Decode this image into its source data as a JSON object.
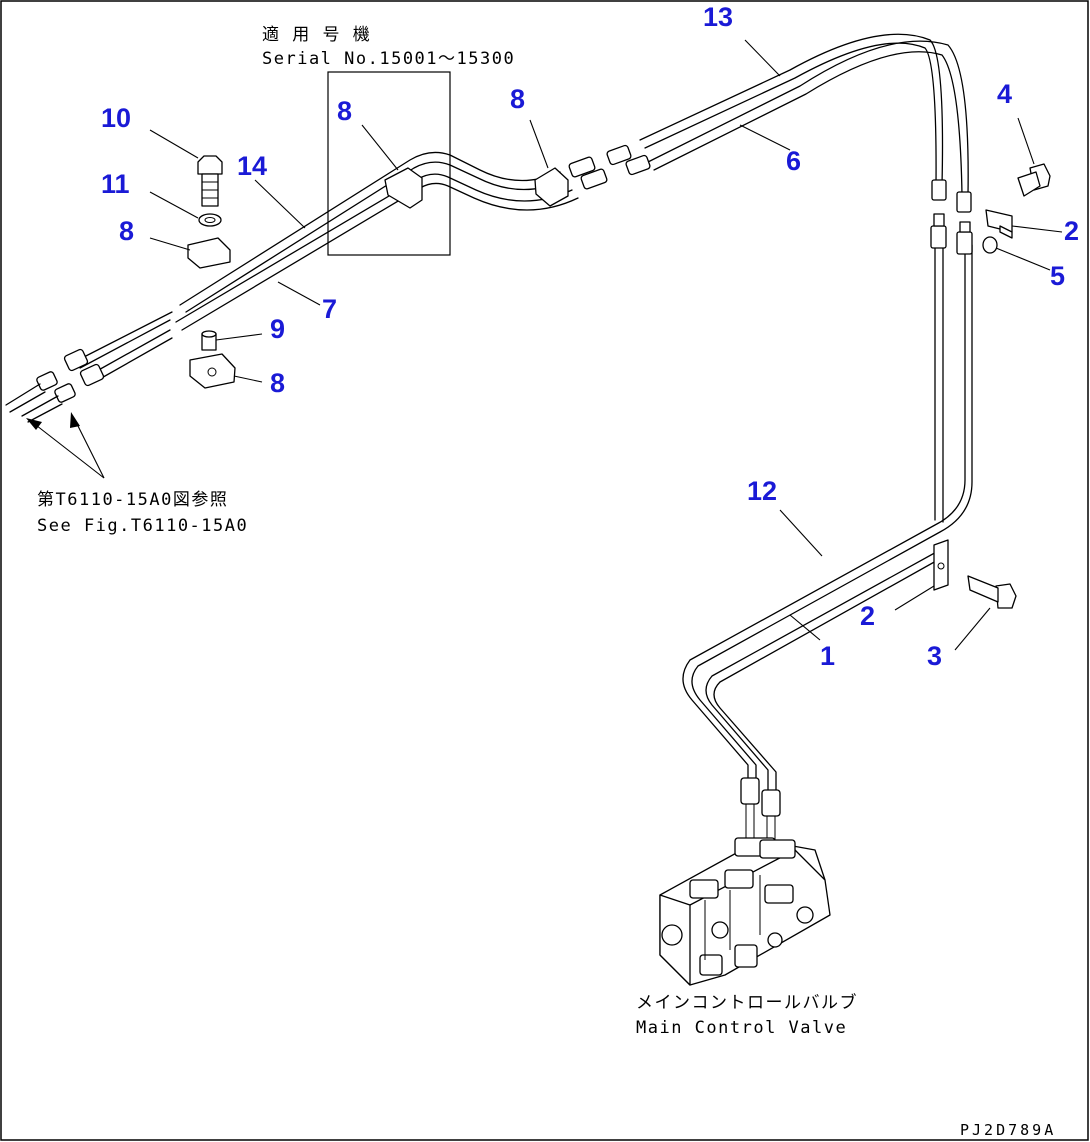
{
  "drawing_code": "PJ2D789A",
  "serial_note": {
    "jp": "適 用 号 機",
    "en": "Serial No.15001～15300"
  },
  "reference_note": {
    "jp": "第T6110-15A0図参照",
    "en": "See Fig.T6110-15A0"
  },
  "valve_label": {
    "jp": "メインコントロールバルブ",
    "en": "Main Control Valve"
  },
  "callouts": {
    "c1": "1",
    "c2a": "2",
    "c2b": "2",
    "c3": "3",
    "c4": "4",
    "c5": "5",
    "c6": "6",
    "c7": "7",
    "c8a": "8",
    "c8b": "8",
    "c8c": "8",
    "c8d": "8",
    "c9": "9",
    "c10": "10",
    "c11": "11",
    "c12": "12",
    "c13": "13",
    "c14": "14"
  },
  "callout_color": "#1a1ad6"
}
